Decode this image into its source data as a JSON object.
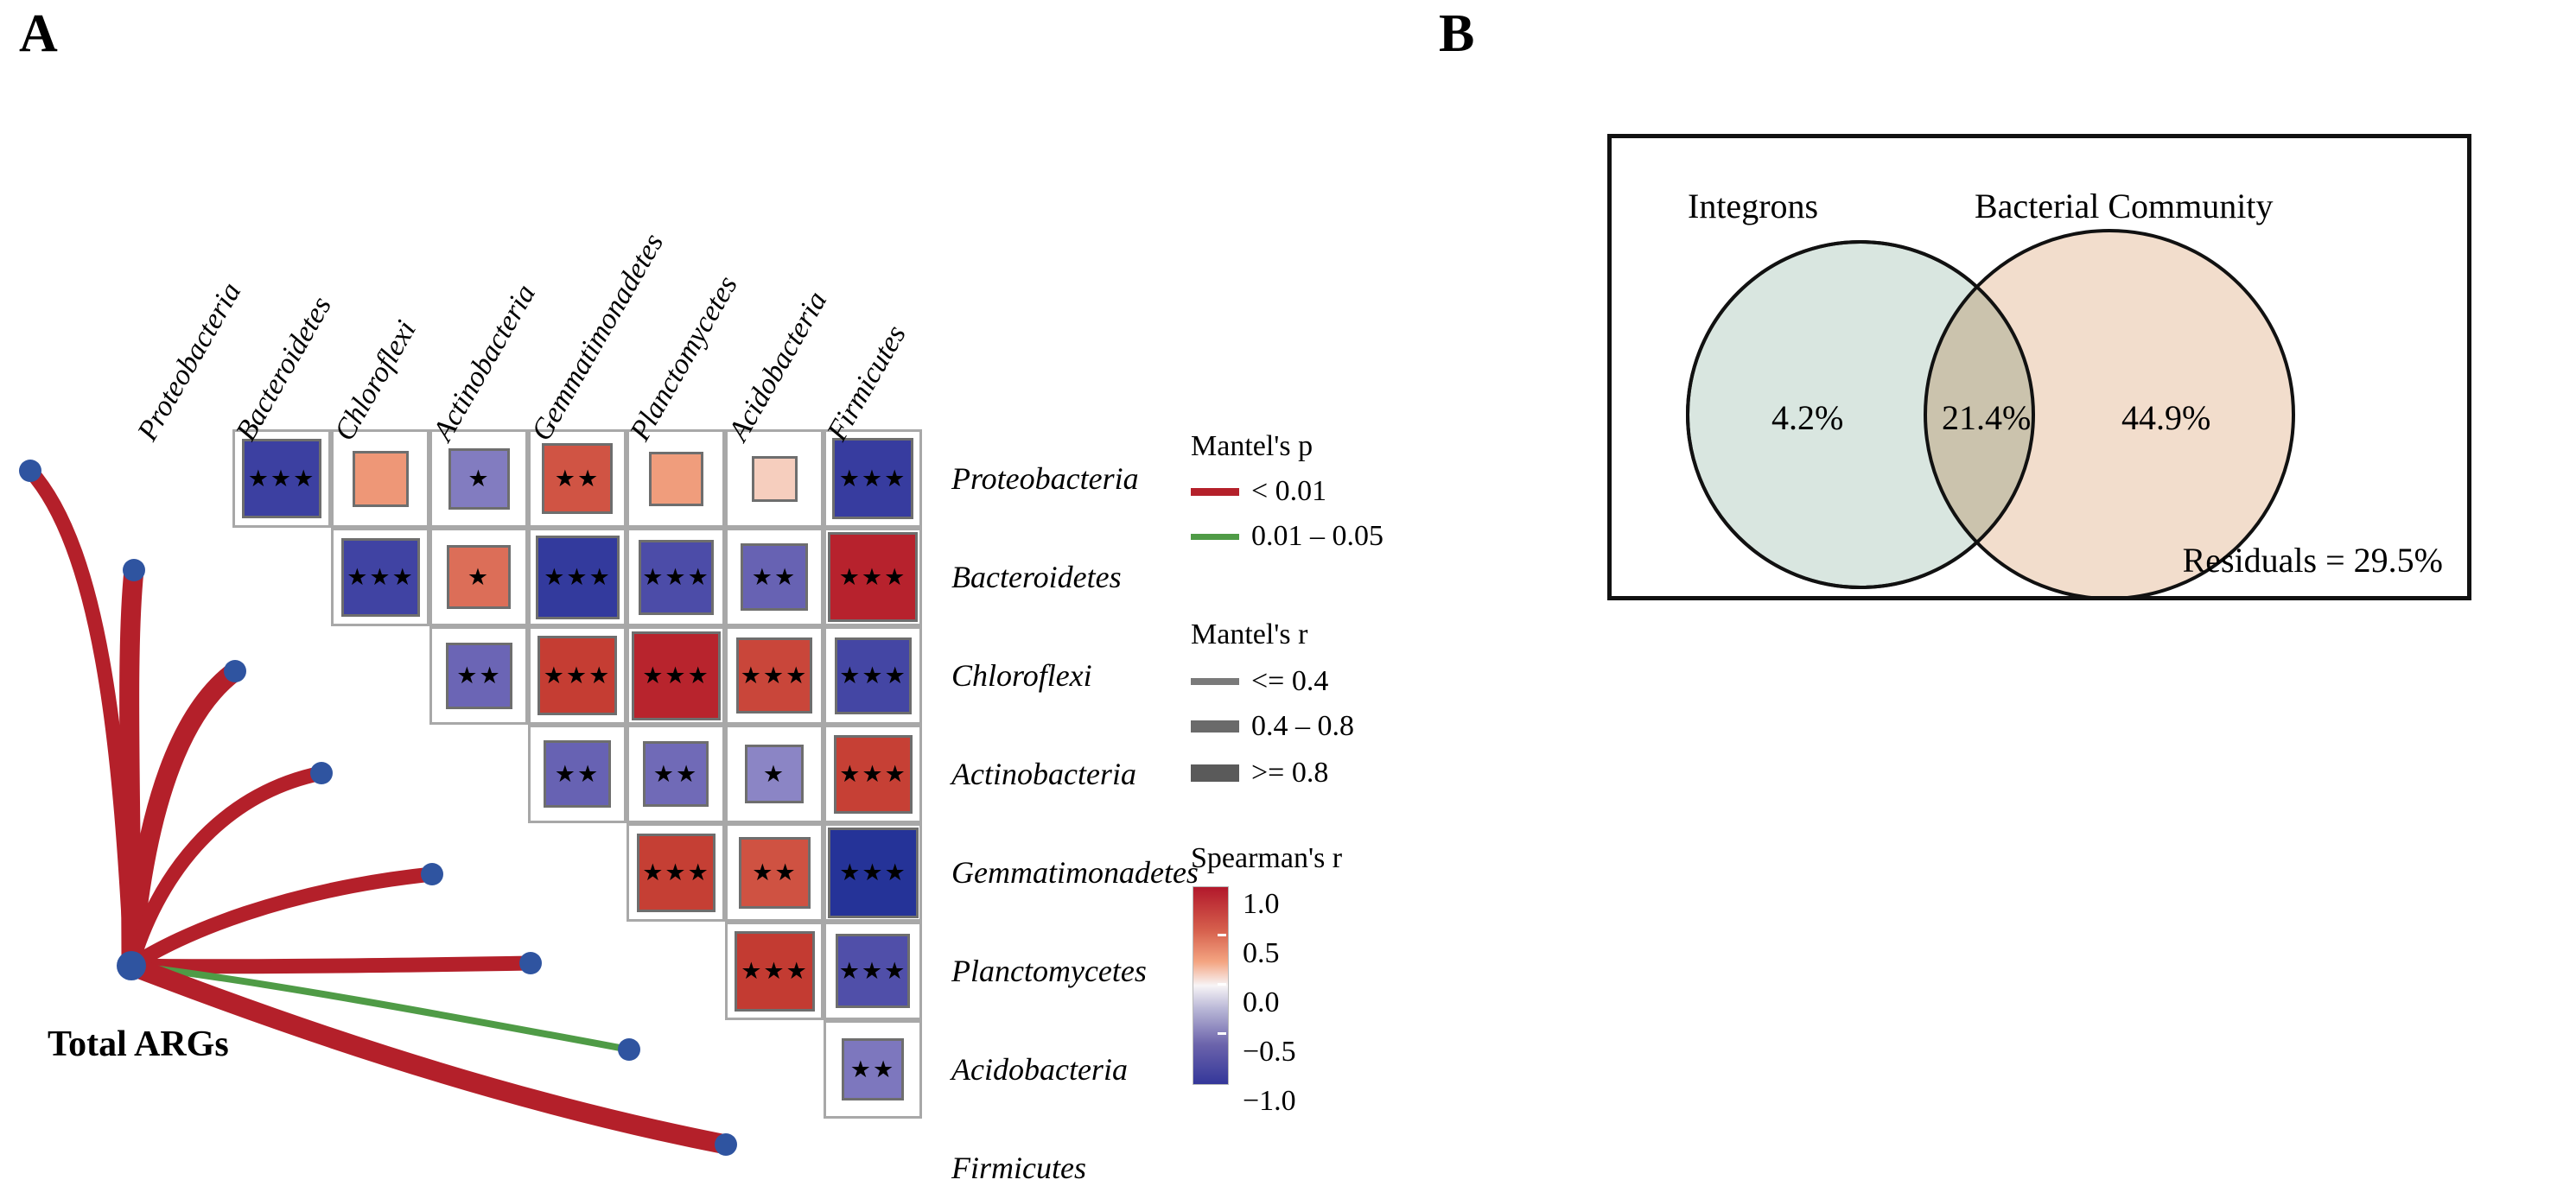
{
  "figure": {
    "panel_a_letter": "A",
    "panel_b_letter": "B"
  },
  "panel_a": {
    "hub_label": "Total ARGs",
    "taxa": [
      "Proteobacteria",
      "Bacteroidetes",
      "Chloroflexi",
      "Actinobacteria",
      "Gemmatimonadetes",
      "Planctomycetes",
      "Acidobacteria",
      "Firmicutes"
    ],
    "legends": {
      "mantel_p": {
        "title": "Mantel's p",
        "items": [
          {
            "label": "< 0.01",
            "color": "#b4202a",
            "thickness": 9
          },
          {
            "label": "0.01 – 0.05",
            "color": "#4f9b46",
            "thickness": 7
          }
        ]
      },
      "mantel_r": {
        "title": "Mantel's r",
        "items": [
          {
            "label": "<= 0.4",
            "color": "#7a7a7a",
            "thickness": 8
          },
          {
            "label": "0.4 – 0.8",
            "color": "#6a6a6a",
            "thickness": 14
          },
          {
            "label": ">= 0.8",
            "color": "#5a5a5a",
            "thickness": 20
          }
        ]
      },
      "spearman": {
        "title": "Spearman's r",
        "ticks": [
          "1.0",
          "0.5",
          "0.0",
          "−0.5",
          "−1.0"
        ],
        "top_color": "#b2182b",
        "mid_color": "#f7f4f6",
        "bottom_color": "#34379a"
      }
    },
    "mantel_links": [
      {
        "target": "Proteobacteria",
        "p_class": "< 0.01",
        "r_class": "0.4 – 0.8"
      },
      {
        "target": "Bacteroidetes",
        "p_class": "< 0.01",
        "r_class": ">= 0.8"
      },
      {
        "target": "Chloroflexi",
        "p_class": "< 0.01",
        "r_class": ">= 0.8"
      },
      {
        "target": "Actinobacteria",
        "p_class": "< 0.01",
        "r_class": "0.4 – 0.8"
      },
      {
        "target": "Gemmatimonadetes",
        "p_class": "< 0.01",
        "r_class": "0.4 – 0.8"
      },
      {
        "target": "Planctomycetes",
        "p_class": "< 0.01",
        "r_class": "0.4 – 0.8"
      },
      {
        "target": "Acidobacteria",
        "p_class": "0.01 – 0.05",
        "r_class": "<= 0.4"
      },
      {
        "target": "Firmicutes",
        "p_class": "< 0.01",
        "r_class": ">= 0.8"
      }
    ]
  },
  "chart_data": {
    "type": "heatmap",
    "title": "",
    "xlabel": "",
    "ylabel": "",
    "categories": [
      "Proteobacteria",
      "Bacteroidetes",
      "Chloroflexi",
      "Actinobacteria",
      "Gemmatimonadetes",
      "Planctomycetes",
      "Acidobacteria",
      "Firmicutes"
    ],
    "value_label": "Spearman's r",
    "zlim": [
      -1.0,
      1.0
    ],
    "triangle": "upper",
    "cells": [
      {
        "row": 0,
        "col": 1,
        "r": -0.74,
        "stars": "★★★"
      },
      {
        "row": 0,
        "col": 2,
        "r": 0.3,
        "stars": ""
      },
      {
        "row": 0,
        "col": 3,
        "r": -0.4,
        "stars": "★"
      },
      {
        "row": 0,
        "col": 4,
        "r": 0.58,
        "stars": "★★"
      },
      {
        "row": 0,
        "col": 5,
        "r": 0.28,
        "stars": ""
      },
      {
        "row": 0,
        "col": 6,
        "r": 0.12,
        "stars": ""
      },
      {
        "row": 0,
        "col": 7,
        "r": -0.78,
        "stars": "★★★"
      },
      {
        "row": 1,
        "col": 2,
        "r": -0.72,
        "stars": "★★★"
      },
      {
        "row": 1,
        "col": 3,
        "r": 0.45,
        "stars": "★"
      },
      {
        "row": 1,
        "col": 4,
        "r": -0.82,
        "stars": "★★★"
      },
      {
        "row": 1,
        "col": 5,
        "r": -0.66,
        "stars": "★★★"
      },
      {
        "row": 1,
        "col": 6,
        "r": -0.52,
        "stars": "★★"
      },
      {
        "row": 1,
        "col": 7,
        "r": 0.93,
        "stars": "★★★"
      },
      {
        "row": 2,
        "col": 3,
        "r": -0.5,
        "stars": "★★"
      },
      {
        "row": 2,
        "col": 4,
        "r": 0.74,
        "stars": "★★★"
      },
      {
        "row": 2,
        "col": 5,
        "r": 0.92,
        "stars": "★★★"
      },
      {
        "row": 2,
        "col": 6,
        "r": 0.68,
        "stars": "★★★"
      },
      {
        "row": 2,
        "col": 7,
        "r": -0.7,
        "stars": "★★★"
      },
      {
        "row": 3,
        "col": 4,
        "r": -0.52,
        "stars": "★★"
      },
      {
        "row": 3,
        "col": 5,
        "r": -0.48,
        "stars": "★★"
      },
      {
        "row": 3,
        "col": 6,
        "r": -0.36,
        "stars": "★"
      },
      {
        "row": 3,
        "col": 7,
        "r": 0.72,
        "stars": "★★★"
      },
      {
        "row": 4,
        "col": 5,
        "r": 0.73,
        "stars": "★★★"
      },
      {
        "row": 4,
        "col": 6,
        "r": 0.6,
        "stars": "★★"
      },
      {
        "row": 4,
        "col": 7,
        "r": -0.95,
        "stars": "★★★"
      },
      {
        "row": 5,
        "col": 6,
        "r": 0.76,
        "stars": "★★★"
      },
      {
        "row": 5,
        "col": 7,
        "r": -0.64,
        "stars": "★★★"
      },
      {
        "row": 6,
        "col": 7,
        "r": -0.42,
        "stars": "★★"
      }
    ]
  },
  "panel_b": {
    "type": "venn",
    "left_label": "Integrons",
    "right_label": "Bacterial Community",
    "left_only": "4.2%",
    "intersection": "21.4%",
    "right_only": "44.9%",
    "residuals": "Residuals = 29.5%",
    "left_color": "#d9e6e0",
    "right_color": "#f2ddcc",
    "overlap_color": "#cbc3ad"
  }
}
